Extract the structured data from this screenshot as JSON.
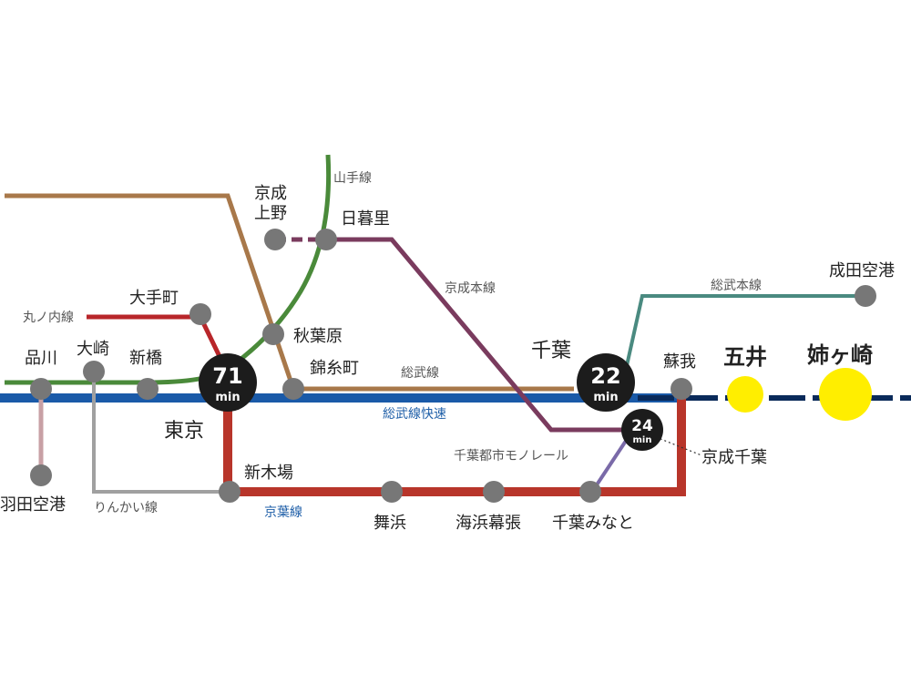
{
  "colors": {
    "yamanote": "#4a8a3a",
    "marunouchi": "#b8262a",
    "sobu": "#a8784a",
    "sobu_rapid": "#1a5aa8",
    "keisei": "#7a3b5e",
    "keiyo": "#b8352a",
    "rinkai": "#a0a0a0",
    "keikyu": "#c8a0a5",
    "monorail": "#7a6aa8",
    "sobu_main": "#4a8a80",
    "uchibo": "#0a2a5a",
    "station": "#777777",
    "hub": "#1c1c1c",
    "highlight": "#ffee00"
  },
  "lines": {
    "yamanote": "山手線",
    "marunouchi": "丸ノ内線",
    "keisei": "京成本線",
    "sobu": "総武線",
    "sobu_rapid": "総武線快速",
    "keiyo": "京葉線",
    "rinkai": "りんかい線",
    "monorail": "千葉都市モノレール",
    "sobu_main": "総武本線"
  },
  "stations": {
    "shinagawa": "品川",
    "osaki": "大崎",
    "shinbashi": "新橋",
    "otemachi": "大手町",
    "tokyo": "東京",
    "akihabara": "秋葉原",
    "kinshicho": "錦糸町",
    "keisei_ueno_1": "京成",
    "keisei_ueno_2": "上野",
    "nippori": "日暮里",
    "chiba": "千葉",
    "keisei_chiba": "京成千葉",
    "soga": "蘇我",
    "goi": "五井",
    "anegasaki": "姉ヶ崎",
    "narita_airport": "成田空港",
    "haneda_airport": "羽田空港",
    "shinkiba": "新木場",
    "maihama": "舞浜",
    "kaihin_makuhari": "海浜幕張",
    "chiba_minato": "千葉みなと"
  },
  "times": {
    "tokyo": {
      "value": "71",
      "unit": "min"
    },
    "chiba": {
      "value": "22",
      "unit": "min"
    },
    "keisei_chiba": {
      "value": "24",
      "unit": "min"
    }
  }
}
